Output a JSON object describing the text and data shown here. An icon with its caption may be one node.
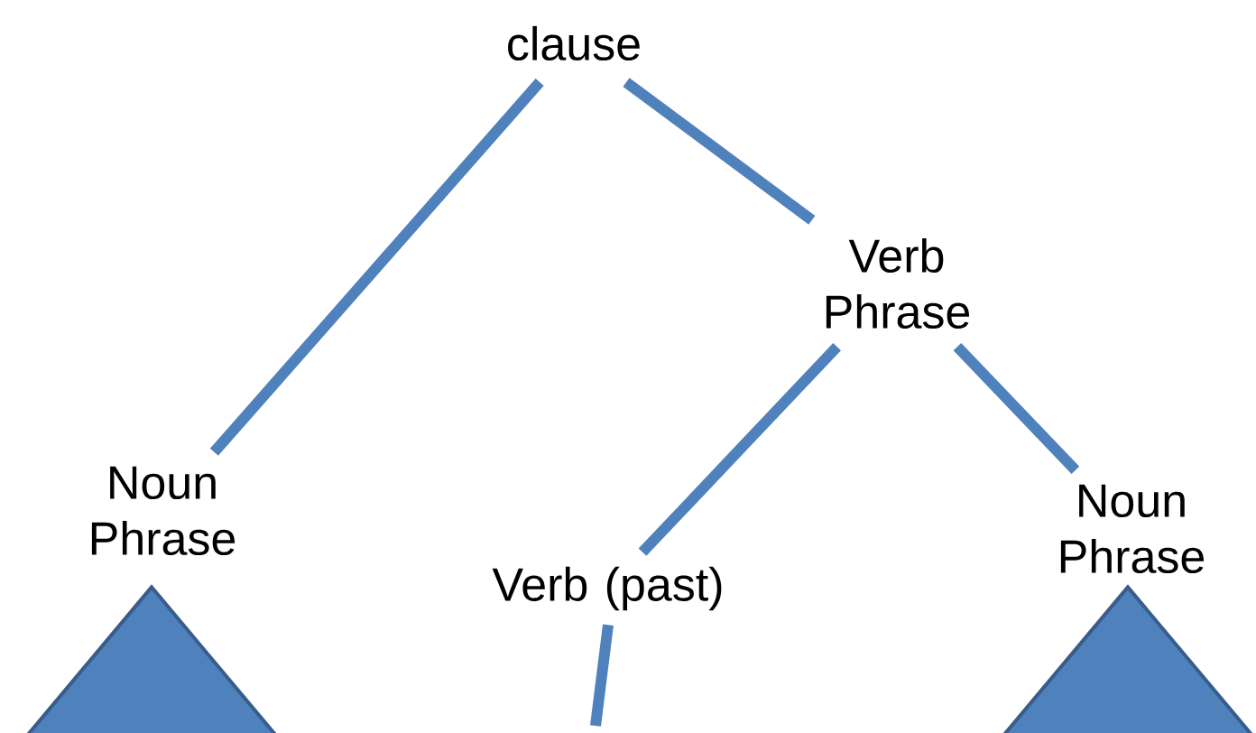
{
  "diagram": {
    "nodes": [
      {
        "text": [
          "clause"
        ]
      },
      {
        "text": [
          "Verb Phrase"
        ]
      },
      {
        "text": [
          "Noun Phrase"
        ]
      },
      {
        "text": [
          "Verb (past)"
        ]
      },
      {
        "text": [
          "Noun Phrase"
        ]
      },
      {
        "text": [],
        "shape": "triangle"
      },
      {
        "text": [],
        "shape": "triangle"
      }
    ],
    "edges": [
      {
        "from": 0,
        "to": 2,
        "arrow": "none"
      },
      {
        "from": 0,
        "to": 1,
        "arrow": "none"
      },
      {
        "from": 1,
        "to": 3,
        "arrow": "none"
      },
      {
        "from": 1,
        "to": 4,
        "arrow": "none"
      },
      {
        "from": 3,
        "to": null,
        "arrow": "none"
      }
    ]
  }
}
